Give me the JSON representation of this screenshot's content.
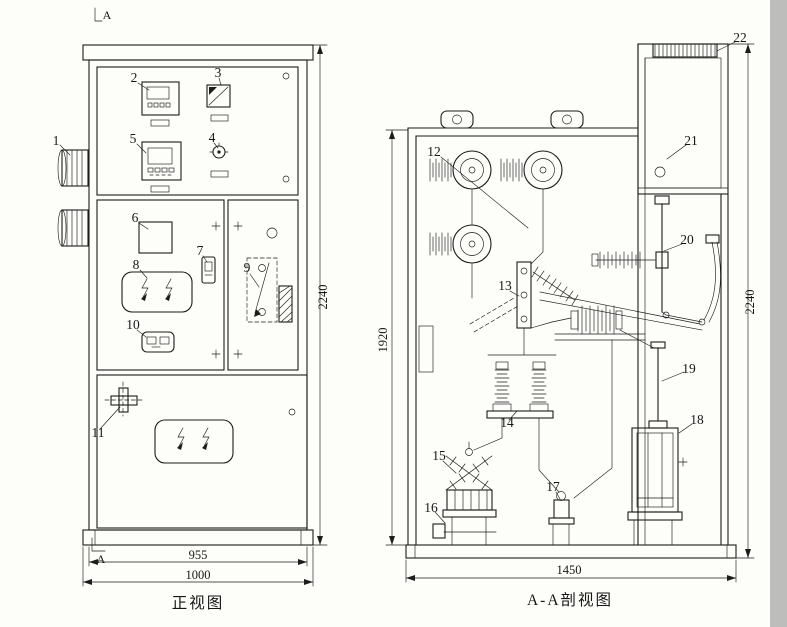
{
  "drawing": {
    "background_color": "#fdfdfa",
    "line_color": "#1c1c1c",
    "edge_band_color": "#bdbdbb"
  },
  "front_view": {
    "title": "正视图",
    "section_letter_top": "A",
    "section_letter_bottom": "A",
    "dim_height": "2240",
    "dim_width_inner": "955",
    "dim_width_outer": "1000"
  },
  "section_view": {
    "title": "A-A剖视图",
    "dim_height_inner": "1920",
    "dim_height_outer": "2240",
    "dim_width": "1450"
  },
  "labels": {
    "p1": "1",
    "p2": "2",
    "p3": "3",
    "p4": "4",
    "p5": "5",
    "p6": "6",
    "p7": "7",
    "p8": "8",
    "p9": "9",
    "p10": "10",
    "p11": "11",
    "p12": "12",
    "p13": "13",
    "p14": "14",
    "p15": "15",
    "p16": "16",
    "p17": "17",
    "p18": "18",
    "p19": "19",
    "p20": "20",
    "p21": "21",
    "p22": "22"
  }
}
